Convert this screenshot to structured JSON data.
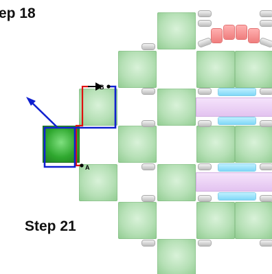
{
  "steps": {
    "top": "ep 18",
    "bottom": "Step 21"
  },
  "markers": {
    "a": "A",
    "b": "B"
  },
  "colors": {
    "tile": "#b6e0b6",
    "active_tile": "#2fa82f",
    "path_red": "#e01010",
    "path_blue": "#1020d0",
    "pad_gray": "#cfcfcf",
    "pad_pink": "#f59090",
    "bar_cyan": "#9fe2f8",
    "band_violet": "#ebd0f5"
  }
}
